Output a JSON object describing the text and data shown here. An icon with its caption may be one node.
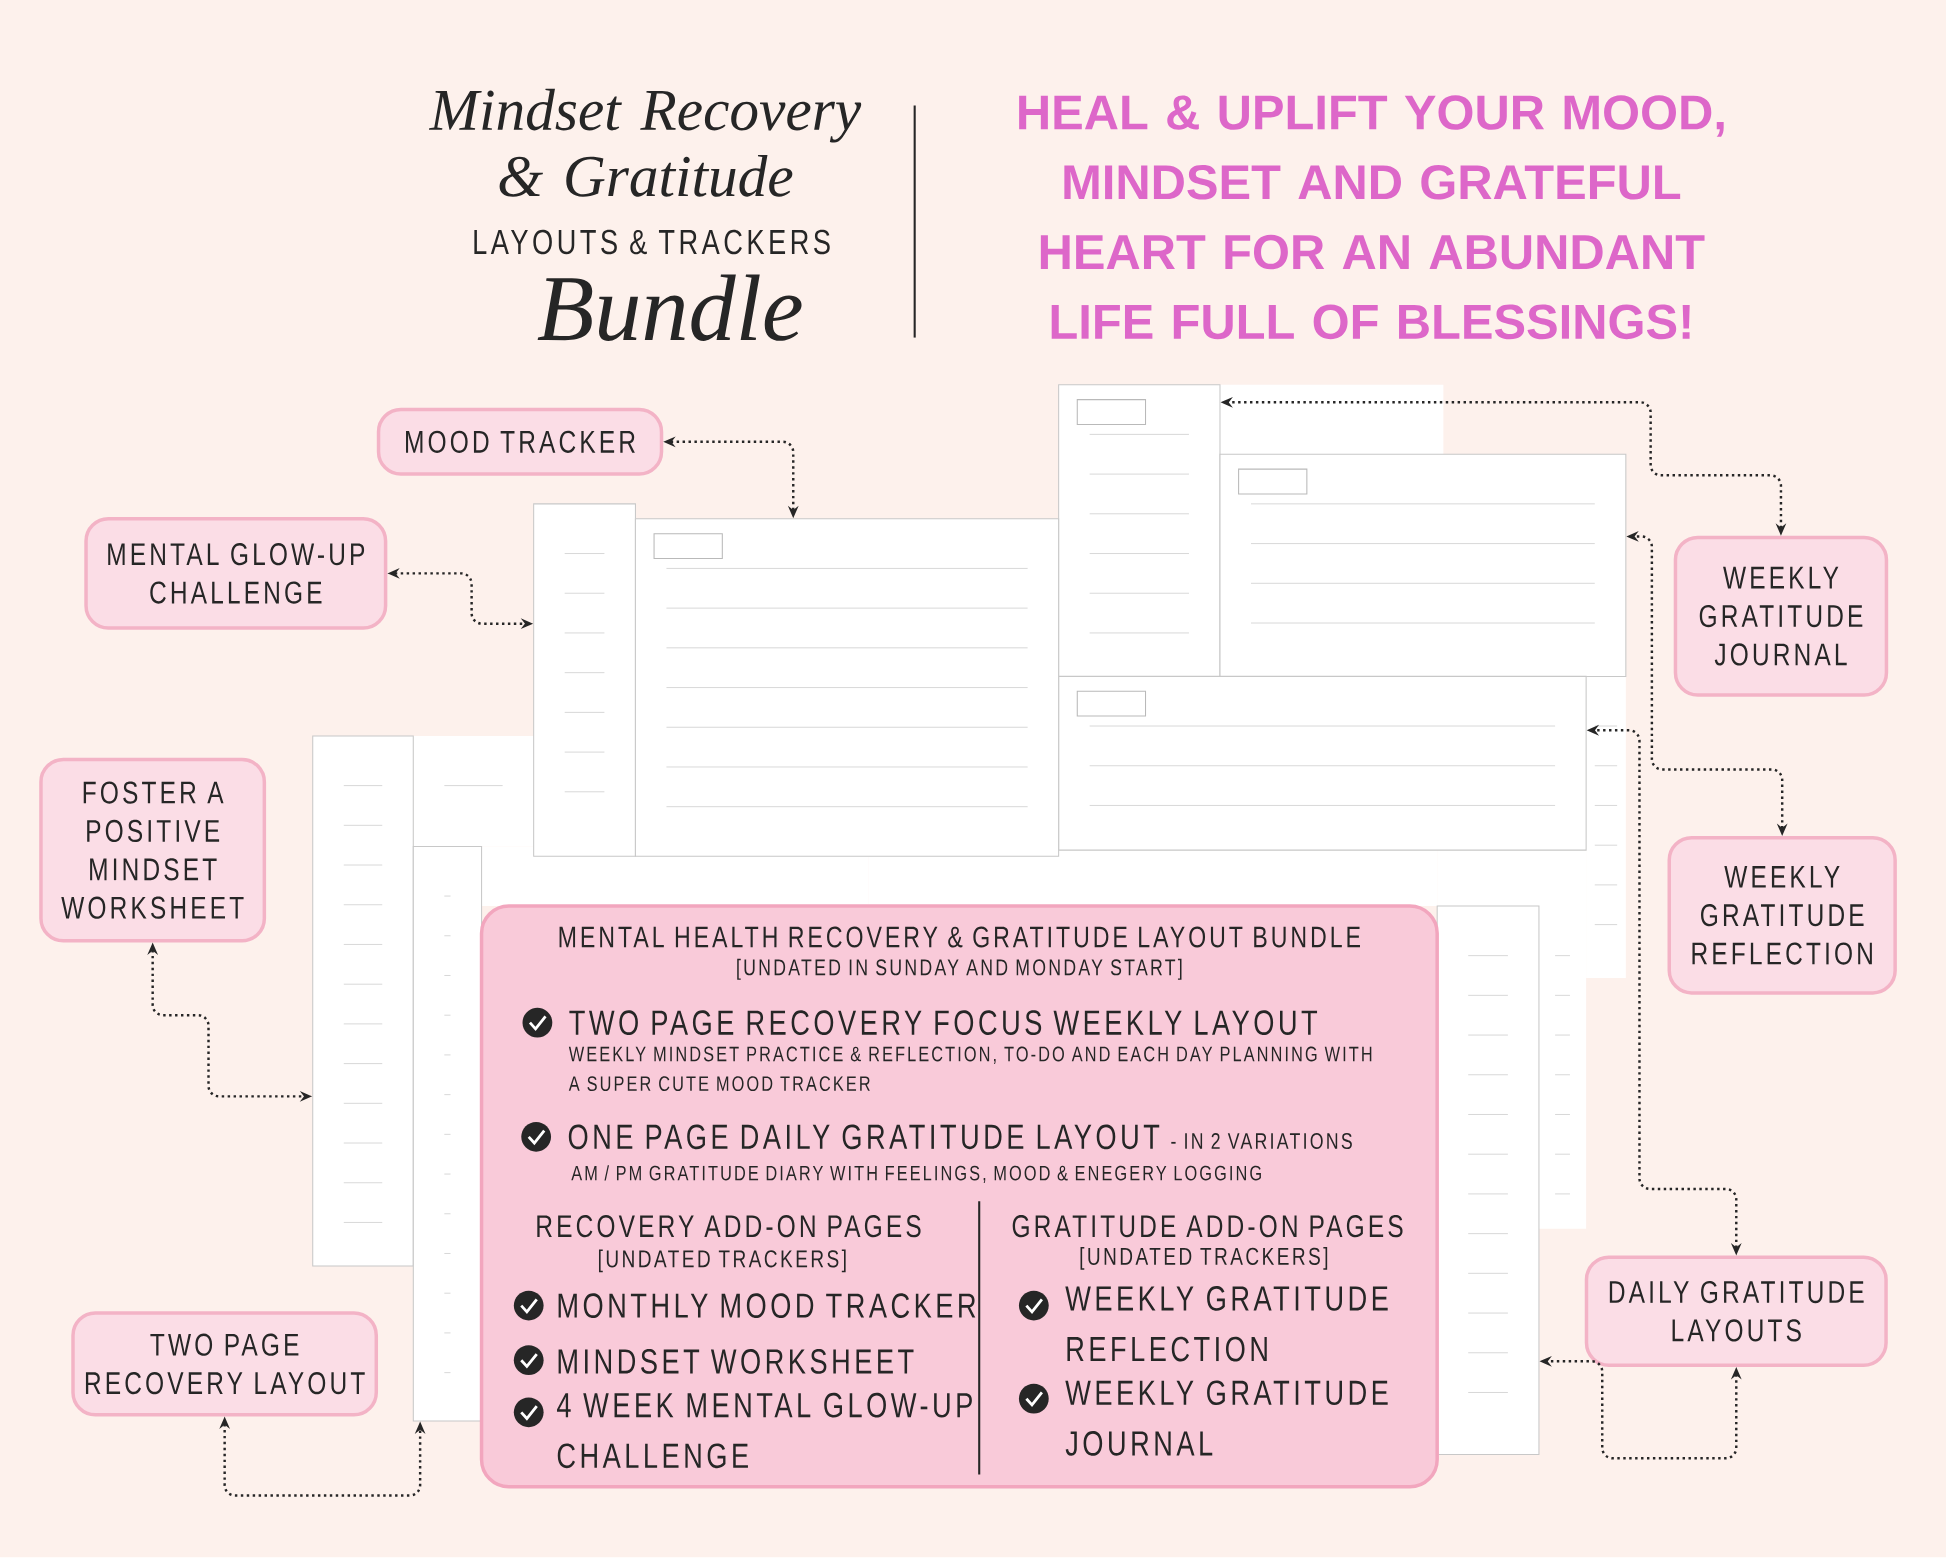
{
  "diagram": {
    "nodes": [
      {
        "text": [
          "MOOD TRACKER"
        ]
      },
      {
        "text": [
          "MENTAL GLOW-UP CHALLENGE"
        ]
      },
      {
        "text": [
          "FOSTER A POSITIVE MINDSET WORKSHEET"
        ]
      },
      {
        "text": [
          "TWO PAGE RECOVERY LAYOUT"
        ]
      },
      {
        "text": [
          "WEEKLY GRATITUDE JOURNAL"
        ]
      },
      {
        "text": [
          "WEEKLY GRATITUDE REFLECTION"
        ]
      },
      {
        "text": [
          "DAILY GRATITUDE LAYOUTS"
        ]
      },
      {
        "text": [],
        "shape": "picture"
      },
      {
        "text": [],
        "shape": "picture"
      },
      {
        "text": [],
        "shape": "picture"
      },
      {
        "text": [],
        "shape": "picture"
      },
      {
        "text": [],
        "shape": "picture"
      },
      {
        "text": [],
        "shape": "picture"
      },
      {
        "text": [],
        "shape": "picture"
      },
      {
        "text": [],
        "shape": "picture"
      },
      {
        "text": [
          "MENTAL HEALTH RECOVERY & GRATITUDE LAYOUT BUNDLE",
          "[UNDATED IN SUNDAY AND MONDAY START]",
          "TWO PAGE RECOVERY FOCUS WEEKLY LAYOUT",
          "WEEKLY MINDSET PRACTICE & REFLECTION, TO-DO AND EACH DAY PLANNING WITH A SUPER CUTE MOOD TRACKER",
          "ONE PAGE DAILY GRATITUDE LAYOUT",
          "- IN 2 VARIATIONS",
          "AM / PM GRATITUDE DIARY WITH FEELINGS, MOOD & ENEGERY LOGGING",
          "RECOVERY ADD-ON PAGES",
          "[UNDATED TRACKERS]",
          "MONTHLY MOOD TRACKER",
          "MINDSET WORKSHEET",
          "4 WEEK MENTAL GLOW-UP CHALLENGE",
          "GRATITUDE ADD-ON PAGES",
          "[UNDATED TRACKERS]",
          "WEEKLY GRATITUDE REFLECTION",
          "WEEKLY GRATITUDE JOURNAL"
        ]
      }
    ],
    "edges": [
      {
        "from": 0,
        "to": 7,
        "arrow": "both"
      },
      {
        "from": 1,
        "to": 8,
        "arrow": "both"
      },
      {
        "from": 2,
        "to": 9,
        "arrow": "both"
      },
      {
        "from": 3,
        "to": 10,
        "arrow": "both"
      },
      {
        "from": 4,
        "to": 11,
        "arrow": "both"
      },
      {
        "from": 5,
        "to": 12,
        "arrow": "both"
      },
      {
        "from": 6,
        "to": 13,
        "arrow": "both"
      },
      {
        "from": 6,
        "to": 14,
        "arrow": "both"
      }
    ],
    "labels": [
      "Mindset Recovery & Gratitude",
      "LAYOUTS & TRACKERS",
      "Bundle",
      "HEAL & UPLIFT YOUR MOOD, MINDSET AND GRATEFUL HEART FOR AN ABUNDANT LIFE FULL OF BLESSINGS!"
    ]
  }
}
